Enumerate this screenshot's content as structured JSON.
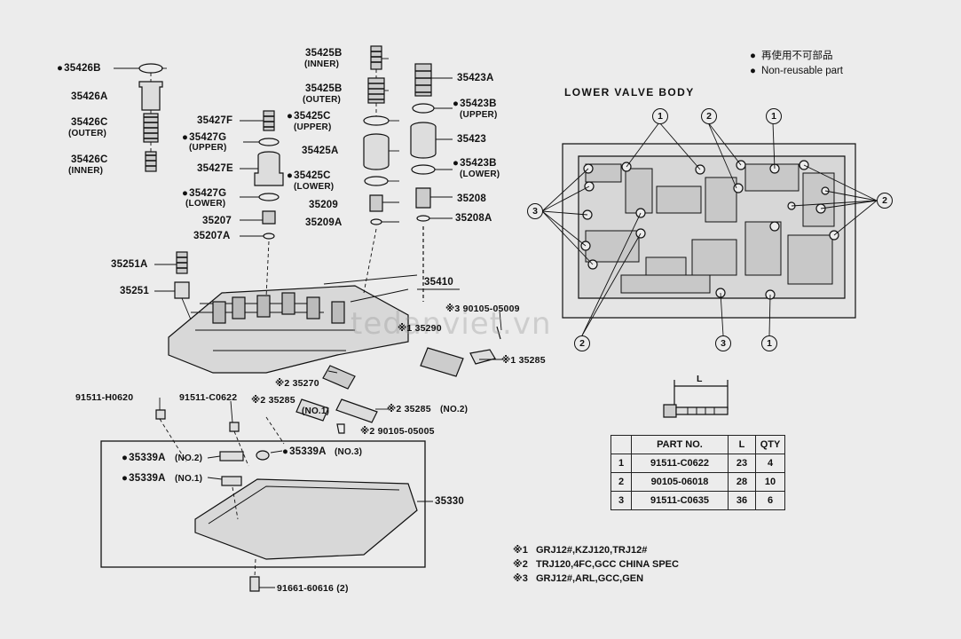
{
  "legend": {
    "line1": "再使用不可部品",
    "line2": "Non-reusable part"
  },
  "lower_valve_body_title": "LOWER VALVE BODY",
  "watermark": "tedanviet.vn",
  "parts": {
    "p35426B": "35426B",
    "p35426A": "35426A",
    "p35426C_outer": "35426C",
    "p35426C_outer_sub": "(OUTER)",
    "p35426C_inner": "35426C",
    "p35426C_inner_sub": "(INNER)",
    "p35425B_inner": "35425B",
    "p35425B_inner_sub": "(INNER)",
    "p35425B_outer": "35425B",
    "p35425B_outer_sub": "(OUTER)",
    "p35425C_upper": "35425C",
    "p35425C_upper_sub": "(UPPER)",
    "p35425A": "35425A",
    "p35425C_lower": "35425C",
    "p35425C_lower_sub": "(LOWER)",
    "p35209": "35209",
    "p35209A": "35209A",
    "p35427F": "35427F",
    "p35427G_upper": "35427G",
    "p35427G_upper_sub": "(UPPER)",
    "p35427E": "35427E",
    "p35427G_lower": "35427G",
    "p35427G_lower_sub": "(LOWER)",
    "p35207": "35207",
    "p35207A": "35207A",
    "p35423A": "35423A",
    "p35423B_upper": "35423B",
    "p35423B_upper_sub": "(UPPER)",
    "p35423": "35423",
    "p35423B_lower": "35423B",
    "p35423B_lower_sub": "(LOWER)",
    "p35208": "35208",
    "p35208A": "35208A",
    "p35251A": "35251A",
    "p35251": "35251",
    "p35410": "35410",
    "p90105_05009": "※3 90105-05009",
    "p135290": "※1 35290",
    "p135285": "※1 35285",
    "p235270": "※2 35270",
    "p235285_no1": "※2 35285",
    "p235285_no1_sub": "(NO.1)",
    "p235285_no2": "※2 35285",
    "p235285_no2_sub": "(NO.2)",
    "p290105_05005": "※2 90105-05005",
    "p91511_H0620": "91511-H0620",
    "p91511_C0622": "91511-C0622",
    "p35339A_no2": "35339A",
    "p35339A_no2_sub": "(NO.2)",
    "p35339A_no3": "35339A",
    "p35339A_no3_sub": "(NO.3)",
    "p35339A_no1": "35339A",
    "p35339A_no1_sub": "(NO.1)",
    "p35330": "35330",
    "p91661_60616": "91661-60616 (2)"
  },
  "callouts": {
    "c1a": "1",
    "c1b": "1",
    "c1c": "1",
    "c2a": "2",
    "c2b": "2",
    "c2c": "2",
    "c3a": "3",
    "c3b": "3"
  },
  "bolt_dim": "L",
  "spec_table": {
    "headers": [
      "",
      "PART NO.",
      "L",
      "QTY"
    ],
    "rows": [
      [
        "1",
        "91511-C0622",
        "23",
        "4"
      ],
      [
        "2",
        "90105-06018",
        "28",
        "10"
      ],
      [
        "3",
        "91511-C0635",
        "36",
        "6"
      ]
    ]
  },
  "notes": [
    {
      "mark": "※1",
      "text": "GRJ12#,KZJ120,TRJ12#"
    },
    {
      "mark": "※2",
      "text": "TRJ120,4FC,GCC CHINA SPEC"
    },
    {
      "mark": "※3",
      "text": "GRJ12#,ARL,GCC,GEN"
    }
  ]
}
